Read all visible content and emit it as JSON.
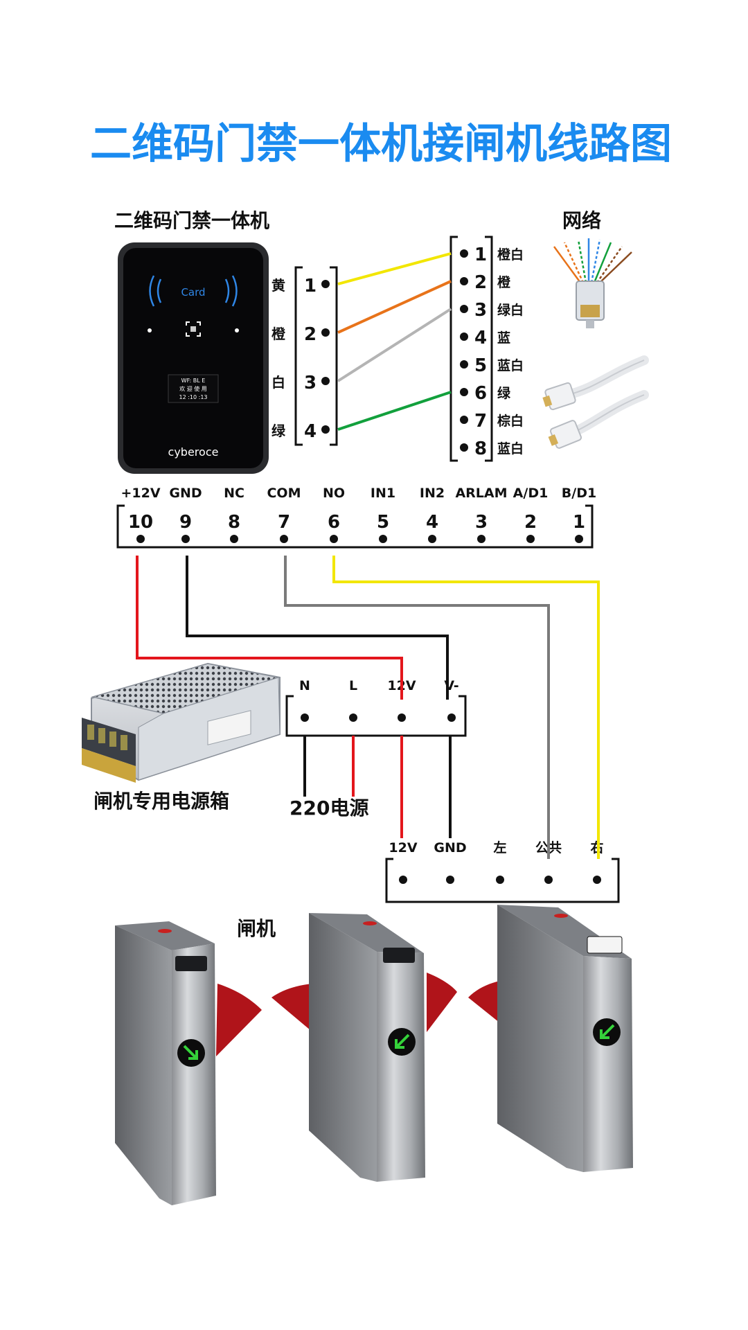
{
  "title": "二维码门禁一体机接闸机线路图",
  "reader": {
    "heading": "二维码门禁一体机",
    "card_text": "Card",
    "screen_lines": [
      "WF: BL E",
      "欢 迎 使 用",
      "12 :10 :13"
    ],
    "brand": "cyberoce"
  },
  "reader_connector": {
    "pins": [
      {
        "num": "1",
        "color_name": "黄",
        "wire": "#f2e600"
      },
      {
        "num": "2",
        "color_name": "橙",
        "wire": "#e8731a"
      },
      {
        "num": "3",
        "color_name": "白",
        "wire": "#b4b4b4"
      },
      {
        "num": "4",
        "color_name": "绿",
        "wire": "#12a03c"
      }
    ]
  },
  "network": {
    "heading": "网络",
    "pins": [
      {
        "num": "1",
        "label": "橙白"
      },
      {
        "num": "2",
        "label": "橙"
      },
      {
        "num": "3",
        "label": "绿白"
      },
      {
        "num": "4",
        "label": "蓝"
      },
      {
        "num": "5",
        "label": "蓝白"
      },
      {
        "num": "6",
        "label": "绿"
      },
      {
        "num": "7",
        "label": "棕白"
      },
      {
        "num": "8",
        "label": "蓝白"
      }
    ]
  },
  "main_terminal": {
    "pins": [
      {
        "label": "+12V",
        "num": "10"
      },
      {
        "label": "GND",
        "num": "9"
      },
      {
        "label": "NC",
        "num": "8"
      },
      {
        "label": "COM",
        "num": "7"
      },
      {
        "label": "NO",
        "num": "6"
      },
      {
        "label": "IN1",
        "num": "5"
      },
      {
        "label": "IN2",
        "num": "4"
      },
      {
        "label": "ARLAM",
        "num": "3"
      },
      {
        "label": "A/D1",
        "num": "2"
      },
      {
        "label": "B/D1",
        "num": "1"
      }
    ]
  },
  "power_supply": {
    "caption": "闸机专用电源箱",
    "terminals": [
      "N",
      "L",
      "12V",
      "V-"
    ],
    "mains_label": "220电源"
  },
  "gate_terminal": {
    "labels": [
      "12V",
      "GND",
      "左",
      "公共",
      "右"
    ]
  },
  "gate_caption": "闸机",
  "wire_colors": {
    "red": "#e3161c",
    "black": "#111111",
    "gray": "#7a7a7a",
    "yellow": "#f2e600"
  }
}
